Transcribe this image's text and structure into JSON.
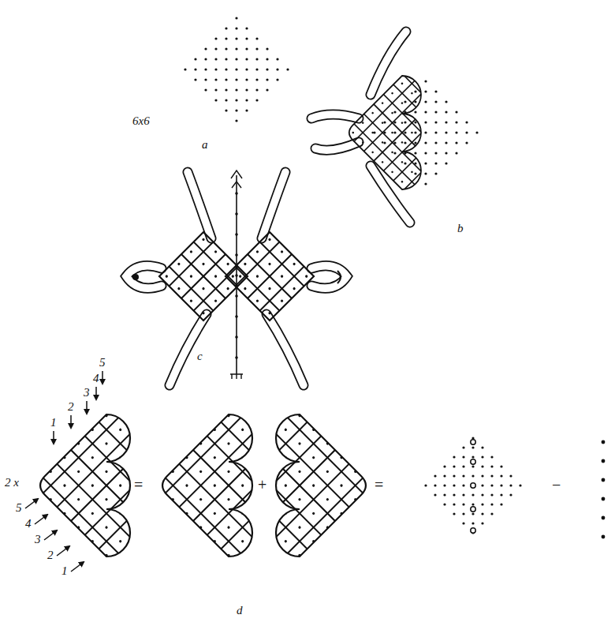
{
  "diagram": {
    "labels": [
      "6x6",
      "a",
      "b",
      "c",
      "2 x",
      "1",
      "2",
      "3",
      "4",
      "5",
      "5",
      "4",
      "3",
      "2",
      "1",
      "=",
      "+",
      "=",
      "−",
      "d"
    ]
  }
}
